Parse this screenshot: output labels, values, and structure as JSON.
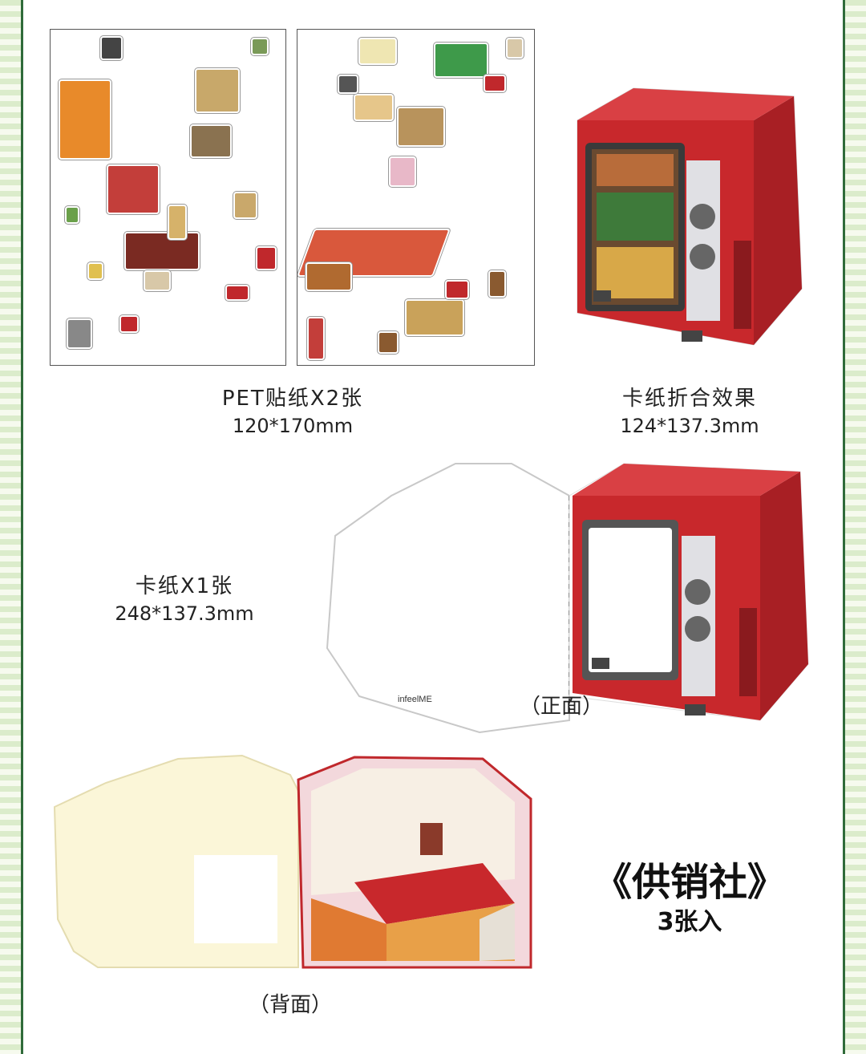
{
  "captions": {
    "pet": {
      "label": "PET贴纸X2张",
      "size": "120*170mm"
    },
    "fold": {
      "label": "卡纸折合效果",
      "size": "124*137.3mm"
    },
    "card": {
      "label": "卡纸X1张",
      "size": "248*137.3mm"
    }
  },
  "front_label": "（正面）",
  "back_label": "（背面）",
  "brand": "infeelME",
  "product": {
    "title": "《供销社》",
    "count": "3张入"
  },
  "colors": {
    "tv_red": "#c8282c",
    "stripe_green": "#2f6b3a",
    "card_cream": "#fbf6d8"
  }
}
